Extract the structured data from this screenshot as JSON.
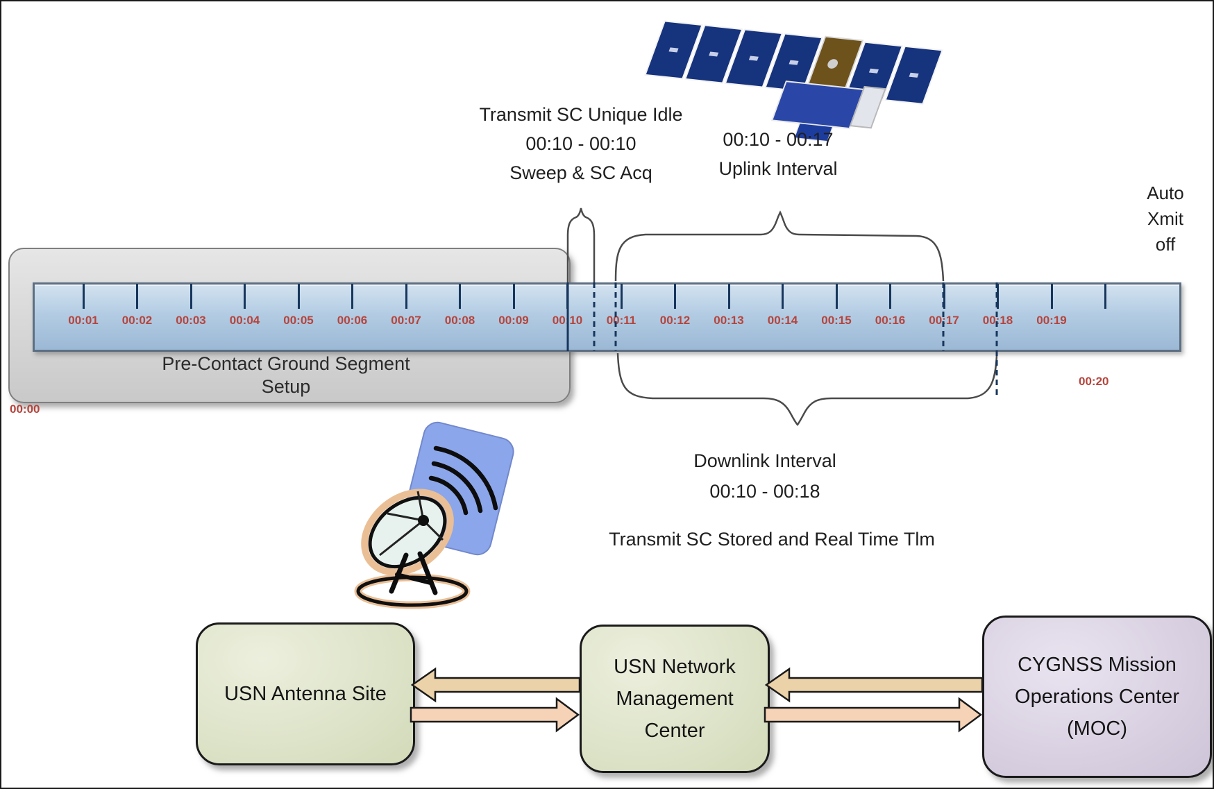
{
  "timeline": {
    "ticks": [
      "00:01",
      "00:02",
      "00:03",
      "00:04",
      "00:05",
      "00:06",
      "00:07",
      "00:08",
      "00:09",
      "00:10",
      "00:11",
      "00:12",
      "00:13",
      "00:14",
      "00:15",
      "00:16",
      "00:17",
      "00:18",
      "00:19"
    ],
    "start_label": "00:00",
    "end_label": "00:20"
  },
  "pre_contact": {
    "line1": "Pre-Contact Ground Segment",
    "line2": "Setup"
  },
  "sweep": {
    "line1": "Transmit SC Unique Idle",
    "line2": "00:10 - 00:10",
    "line3": "Sweep & SC Acq"
  },
  "uplink": {
    "line1": "00:10 - 00:17",
    "line2": "Uplink Interval"
  },
  "auto_xmit": {
    "line1": "Auto",
    "line2": "Xmit",
    "line3": "off"
  },
  "downlink": {
    "line1": "Downlink Interval",
    "line2": "00:10 - 00:18",
    "line3": "Transmit SC Stored and Real Time Tlm"
  },
  "nodes": {
    "antenna": {
      "label": "USN Antenna Site"
    },
    "network": {
      "line1": "USN Network",
      "line2": "Management",
      "line3": "Center"
    },
    "moc": {
      "line1": "CYGNSS Mission",
      "line2": "Operations Center",
      "line3": "(MOC)"
    }
  },
  "icons": {
    "satellite": "satellite-icon",
    "ground_antenna": "ground-antenna-icon"
  },
  "colors": {
    "bar_top": "#cddeee",
    "bar_bottom": "#9bb8d5",
    "bar_border": "#5d6f82",
    "tick_mark": "#17365d",
    "time_label": "#b5443c",
    "gray_box": "#d9d9d9",
    "green_box": "#dee4ca",
    "purple_box": "#dad2e2",
    "arrow_fill": "#f3d1ab",
    "brace": "#4a4a4a",
    "satellite_panel": "#16337e",
    "dish_backdrop": "#8ba6ea"
  }
}
